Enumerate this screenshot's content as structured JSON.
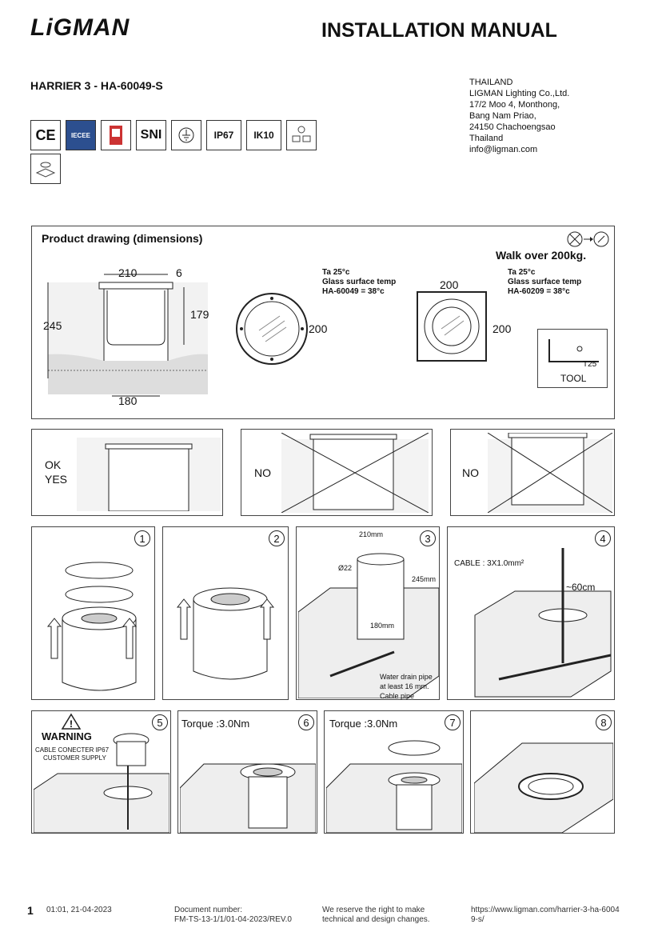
{
  "header": {
    "brand": "LiGMAN",
    "title": "INSTALLATION MANUAL",
    "model": "HARRIER 3 - HA-60049-S"
  },
  "address": {
    "lines": [
      "THAILAND",
      "LIGMAN Lighting Co.,Ltd.",
      "17/2 Moo 4, Monthong,",
      "Bang Nam Priao,",
      "24150 Chachoengsao",
      "Thailand",
      "info@ligman.com"
    ]
  },
  "certs": {
    "ce": "CE",
    "iecee": "IECEE",
    "sni": "SNI",
    "ip": "IP67",
    "ik": "IK10"
  },
  "drawing": {
    "title": "Product drawing (dimensions)",
    "walk_over": "Walk over 200kg.",
    "dim_210": "210",
    "dim_6": "6",
    "dim_245": "245",
    "dim_179": "179",
    "dim_180": "180",
    "dim_200a": "200",
    "dim_200b": "200",
    "dim_200c": "200",
    "temp1": {
      "ta": "Ta 25°c",
      "label": "Glass surface temp",
      "value": "HA-60049 = 38°c"
    },
    "temp2": {
      "ta": "Ta 25°c",
      "label": "Glass surface temp",
      "value": "HA-60209 = 38°c"
    },
    "tool_code": "T25",
    "tool_label": "TOOL"
  },
  "checks": {
    "ok": "OK",
    "yes": "YES",
    "no1": "NO",
    "no2": "NO"
  },
  "steps": {
    "s1": "1",
    "s2": "2",
    "s3": {
      "num": "3",
      "w": "210mm",
      "h": "245mm",
      "d": "Ø22",
      "b": "180mm",
      "drain1": "Water drain pipe",
      "drain2": "at least 16 mm.",
      "cable": "Cable pipe"
    },
    "s4": {
      "num": "4",
      "cable": "CABLE : 3X1.0mm²",
      "len": "~60cm"
    },
    "s5": {
      "num": "5",
      "warning": "WARNING",
      "note1": "CABLE CONECTER IP67",
      "note2": "CUSTOMER SUPPLY"
    },
    "s6": {
      "num": "6",
      "torque": "Torque :3.0Nm"
    },
    "s7": {
      "num": "7",
      "torque": "Torque :3.0Nm"
    },
    "s8": "8"
  },
  "footer": {
    "page": "1",
    "date": "01:01, 21-04-2023",
    "docnum_label": "Document number:",
    "docnum": "FM-TS-13-1/1/01-04-2023/REV.0",
    "reserve1": "We reserve the right to make",
    "reserve2": "technical and design changes.",
    "url1": "https://www.ligman.com/harrier-3-ha-6004",
    "url2": "9-s/"
  }
}
